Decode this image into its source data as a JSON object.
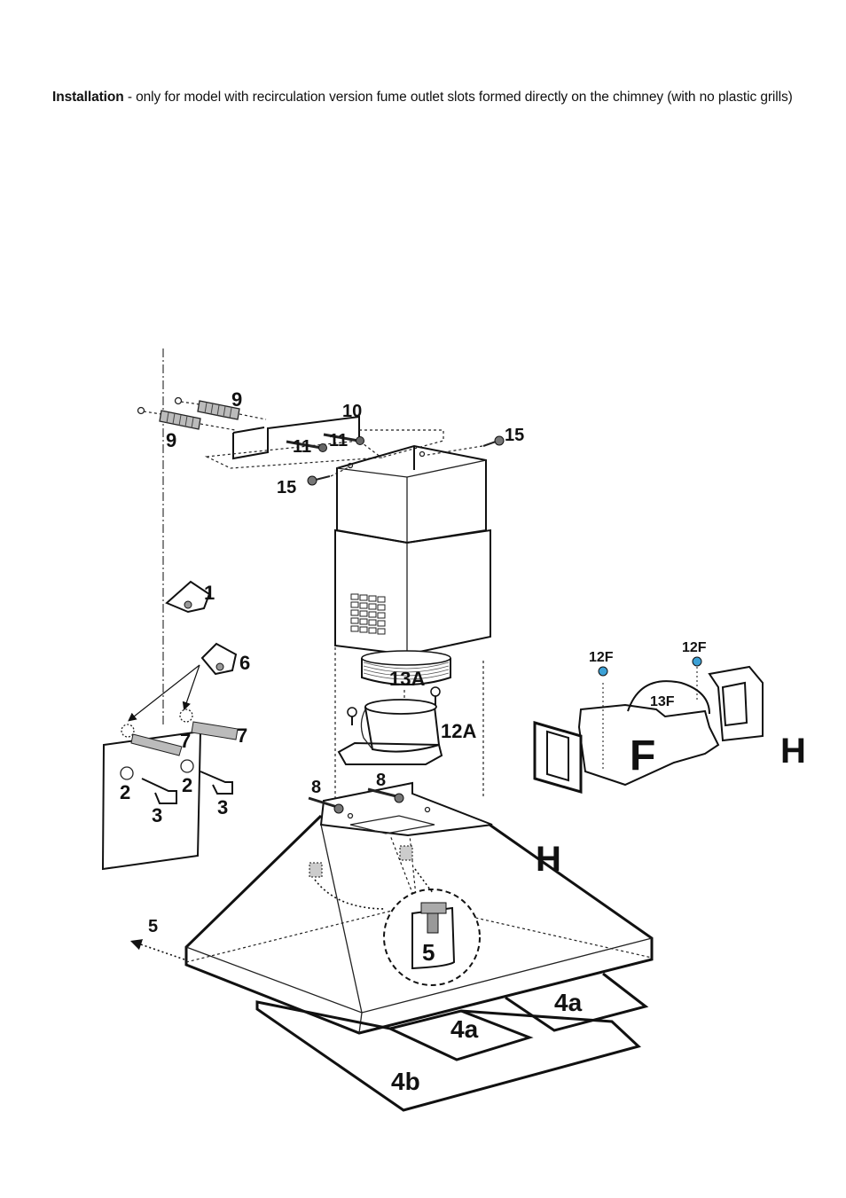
{
  "caption": {
    "bold": "Installation",
    "rest": " - only for model with recirculation version fume outlet slots formed directly on the chimney (with no plastic grills)"
  },
  "labels": {
    "l9a": "9",
    "l9b": "9",
    "l10": "10",
    "l11a": "11",
    "l11b": "11",
    "l15a": "15",
    "l15b": "15",
    "l1": "1",
    "l6": "6",
    "l7a": "7",
    "l7b": "7",
    "l2a": "2",
    "l2b": "2",
    "l3a": "3",
    "l3b": "3",
    "l13A": "13A",
    "l12A": "12A",
    "l8a": "8",
    "l8b": "8",
    "l12Fa": "12F",
    "l12Fb": "12F",
    "l13F": "13F",
    "lF": "F",
    "lHa": "H",
    "lHb": "H",
    "l5a": "5",
    "l5b": "5",
    "l4aa": "4a",
    "l4ab": "4a",
    "l4b": "4b"
  }
}
